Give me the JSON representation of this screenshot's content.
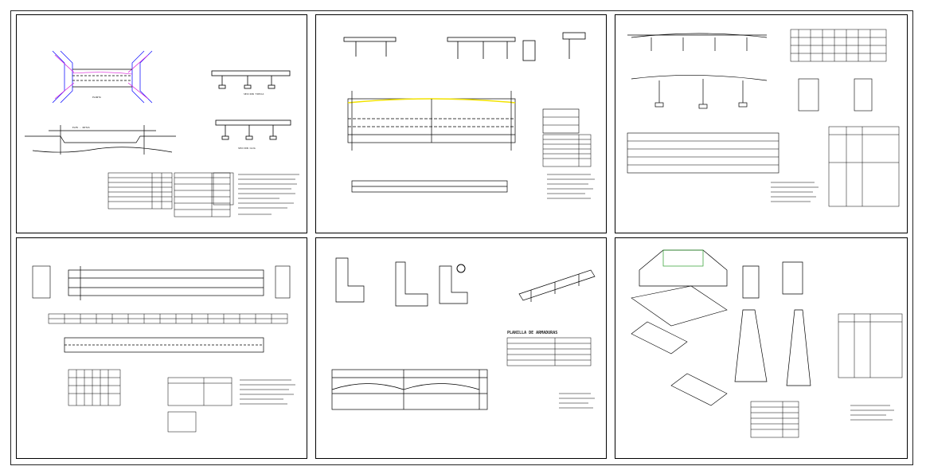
{
  "page": {
    "panel_count": 6
  },
  "panels": [
    {
      "id": "p1"
    },
    {
      "id": "p2"
    },
    {
      "id": "p3"
    },
    {
      "id": "p4"
    },
    {
      "id": "p5"
    },
    {
      "id": "p6"
    }
  ],
  "labels": {
    "p5_schedule_title": "PLANILLA DE ARMADURAS"
  },
  "colors": {
    "line": "#000000",
    "accent_yellow": "#f2e200",
    "accent_blue": "#1a1aff",
    "accent_magenta": "#d81bd8",
    "sheet_border": "#000000"
  }
}
